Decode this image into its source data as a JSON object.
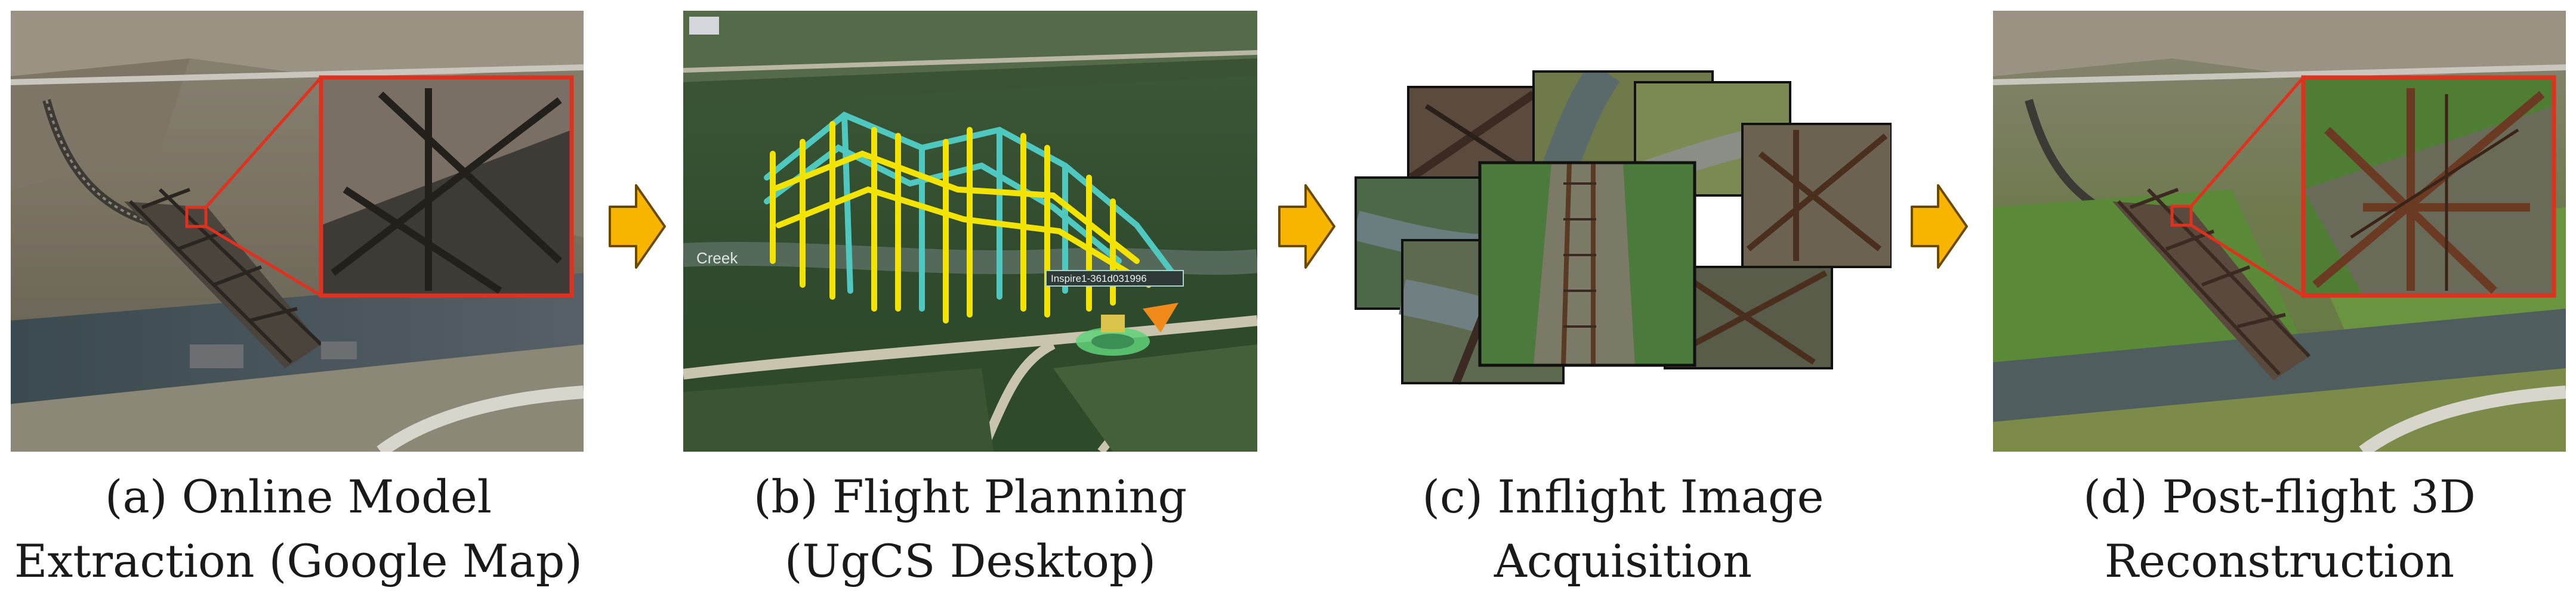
{
  "panels": [
    {
      "id": "a",
      "caption_line1": "(a) Online Model",
      "caption_line2": "Extraction (Google Map)"
    },
    {
      "id": "b",
      "caption_line1": "(b) Flight Planning",
      "caption_line2": "(UgCS Desktop)"
    },
    {
      "id": "c",
      "caption_line1": "(c) Inflight Image",
      "caption_line2": "Acquisition"
    },
    {
      "id": "d",
      "caption_line1": "(d) Post-flight 3D",
      "caption_line2": "Reconstruction"
    }
  ],
  "map_labels": {
    "creek": "Creek",
    "drone_tag": "Inspire1-361d031996"
  },
  "colors": {
    "arrow_fill": "#F7B500",
    "arrow_stroke": "#6b4a00",
    "zoom_box": "#E0301E",
    "flight_path_a": "#F2E400",
    "flight_path_b": "#4FC8C0"
  }
}
